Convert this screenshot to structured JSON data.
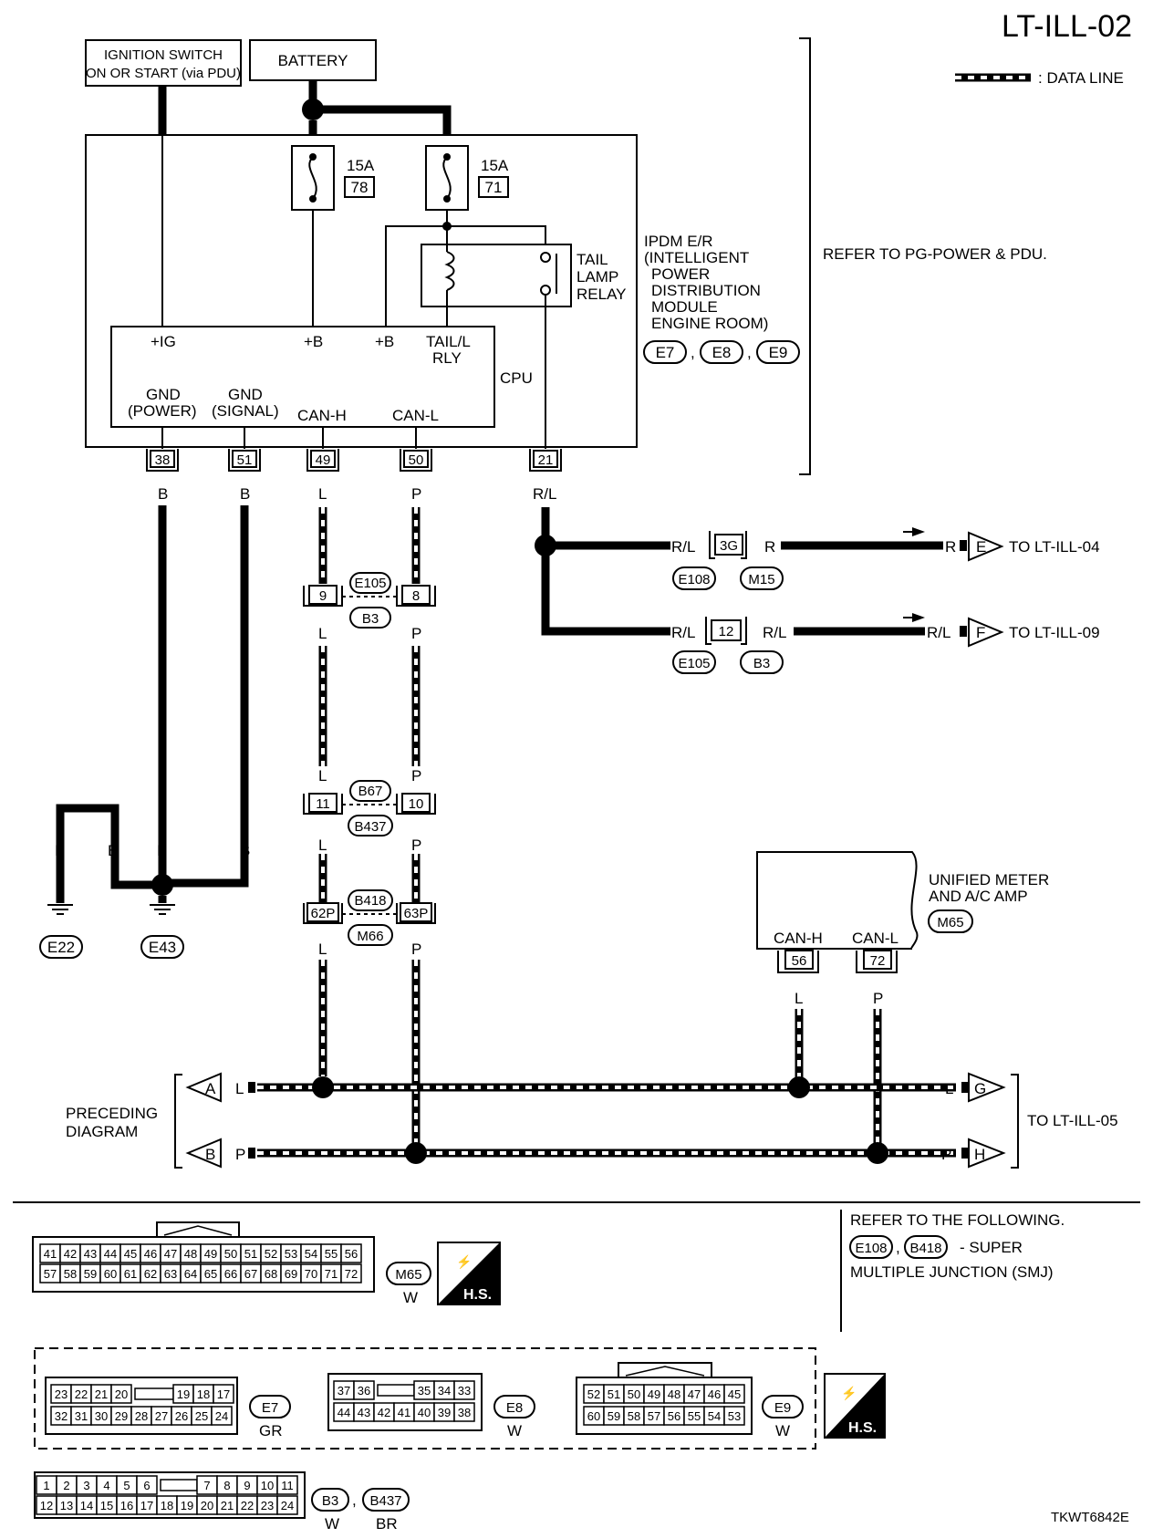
{
  "page_id": "LT-ILL-02",
  "figure_code": "TKWT6842E",
  "legend": {
    "data_line": ": DATA LINE"
  },
  "sources": {
    "ignition": [
      "IGNITION SWITCH",
      "ON OR START (via PDU)"
    ],
    "battery": "BATTERY"
  },
  "fuses": [
    {
      "amp": "15A",
      "number": "78"
    },
    {
      "amp": "15A",
      "number": "71"
    }
  ],
  "relay": [
    "TAIL",
    "LAMP",
    "RELAY"
  ],
  "ipdm": {
    "lines": [
      "IPDM E/R",
      "(INTELLIGENT",
      "POWER",
      "DISTRIBUTION",
      "MODULE",
      "ENGINE ROOM)"
    ],
    "connectors": [
      "E7",
      "E8",
      "E9"
    ],
    "refer": "REFER TO PG-POWER & PDU."
  },
  "cpu": {
    "label": "CPU",
    "ig": "+IG",
    "b1": "+B",
    "b2": "+B",
    "tail_l": "TAIL/L",
    "rly": "RLY",
    "gnd": "GND",
    "power": "(POWER)",
    "signal": "(SIGNAL)",
    "can_h": "CAN-H",
    "can_l": "CAN-L"
  },
  "terminals": {
    "t38": "38",
    "t51": "51",
    "t49": "49",
    "t50": "50",
    "t21": "21"
  },
  "wire_colors": {
    "b": "B",
    "l": "L",
    "p": "P",
    "rl": "R/L",
    "r": "R"
  },
  "junctions": {
    "j1": {
      "left": "9",
      "right": "8",
      "top": "E105",
      "bottom": "B3"
    },
    "j2": {
      "left": "11",
      "right": "10",
      "top": "B67",
      "bottom": "B437"
    },
    "j3": {
      "left": "62P",
      "right": "63P",
      "top": "B418",
      "bottom": "M66"
    }
  },
  "tail_branches": [
    {
      "pin": "3G",
      "conn_left": "E108",
      "conn_right": "M15",
      "flag": "E",
      "to": "TO LT-ILL-04"
    },
    {
      "pin": "12",
      "conn_left": "E105",
      "conn_right": "B3",
      "flag": "F",
      "to": "TO LT-ILL-09"
    }
  ],
  "grounds": [
    "E22",
    "E43"
  ],
  "meter": {
    "lines": [
      "UNIFIED METER",
      "AND A/C AMP"
    ],
    "conn": "M65",
    "can_h": "CAN-H",
    "can_l": "CAN-L",
    "t56": "56",
    "t72": "72"
  },
  "bus": {
    "preceding": [
      "PRECEDING",
      "DIAGRAM"
    ],
    "flag_a": "A",
    "flag_b": "B",
    "flag_g": "G",
    "flag_h": "H",
    "to": "TO LT-ILL-05"
  },
  "refer_box": {
    "line1": "REFER TO THE FOLLOWING.",
    "conn1": "E108",
    "conn2": "B418",
    "suffix": "- SUPER",
    "line3": "MULTIPLE JUNCTION (SMJ)"
  },
  "hs_label": "H.S.",
  "connector_views": {
    "m65": {
      "top": [
        "41",
        "42",
        "43",
        "44",
        "45",
        "46",
        "47",
        "48",
        "49",
        "50",
        "51",
        "52",
        "53",
        "54",
        "55",
        "56"
      ],
      "bottom": [
        "57",
        "58",
        "59",
        "60",
        "61",
        "62",
        "63",
        "64",
        "65",
        "66",
        "67",
        "68",
        "69",
        "70",
        "71",
        "72"
      ],
      "id": "M65",
      "color": "W"
    },
    "e7": {
      "top_left": [
        "23",
        "22",
        "21",
        "20"
      ],
      "top_right": [
        "19",
        "18",
        "17"
      ],
      "bottom": [
        "32",
        "31",
        "30",
        "29",
        "28",
        "27",
        "26",
        "25",
        "24"
      ],
      "id": "E7",
      "color": "GR"
    },
    "e8": {
      "top_left": [
        "37",
        "36"
      ],
      "top_right": [
        "35",
        "34",
        "33"
      ],
      "bottom": [
        "44",
        "43",
        "42",
        "41",
        "40",
        "39",
        "38"
      ],
      "id": "E8",
      "color": "W"
    },
    "e9": {
      "top": [
        "52",
        "51",
        "50",
        "49",
        "48",
        "47",
        "46",
        "45"
      ],
      "bottom": [
        "60",
        "59",
        "58",
        "57",
        "56",
        "55",
        "54",
        "53"
      ],
      "id": "E9",
      "color": "W"
    },
    "b3": {
      "top_left": [
        "1",
        "2",
        "3",
        "4",
        "5",
        "6"
      ],
      "top_right": [
        "7",
        "8",
        "9",
        "10",
        "11"
      ],
      "bottom": [
        "12",
        "13",
        "14",
        "15",
        "16",
        "17",
        "18",
        "19",
        "20",
        "21",
        "22",
        "23",
        "24"
      ],
      "id": "B3",
      "color": "W"
    },
    "b437": {
      "id": "B437",
      "color": "BR"
    }
  }
}
